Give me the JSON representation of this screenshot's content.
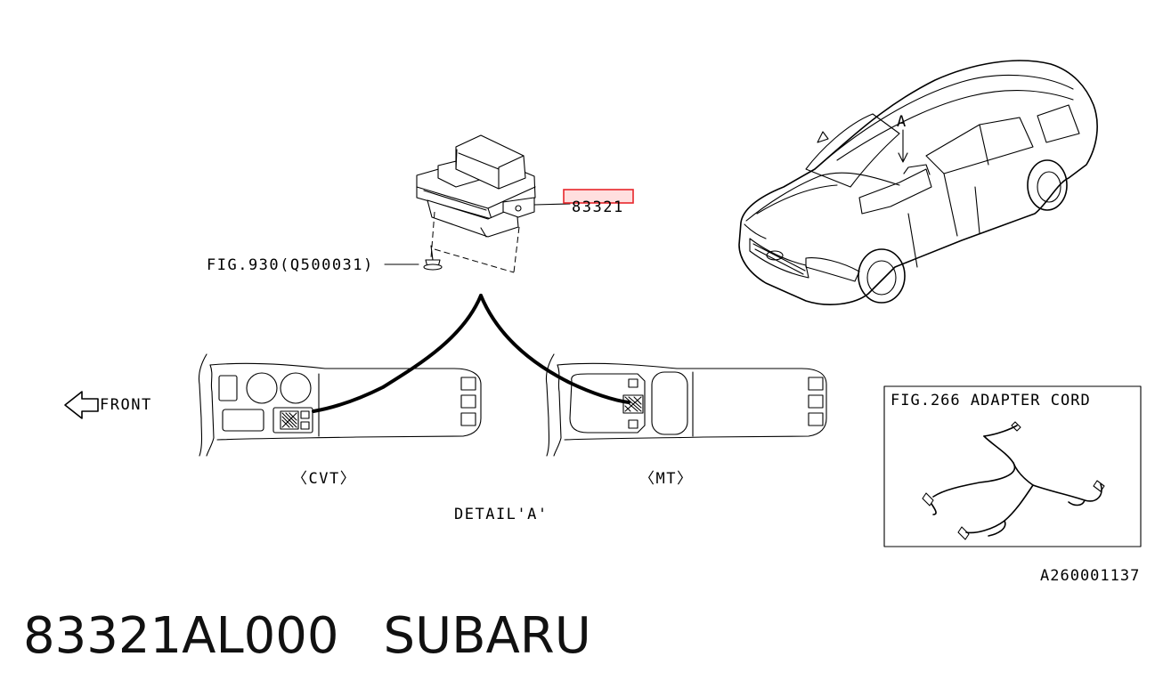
{
  "labels": {
    "part_number_label": "83321",
    "screw_ref": "FIG.930(Q500031)",
    "front": "FRONT",
    "cvt": "〈CVT〉",
    "mt": "〈MT〉",
    "detail": "DETAIL'A'",
    "view_marker": "A",
    "adapter_box_title": "FIG.266 ADAPTER CORD",
    "drawing_id": "A260001137"
  },
  "caption": {
    "part_number": "83321AL000",
    "brand": "SUBARU"
  },
  "colors": {
    "line": "#000000",
    "highlight": "#e8262b",
    "background": "#ffffff"
  }
}
